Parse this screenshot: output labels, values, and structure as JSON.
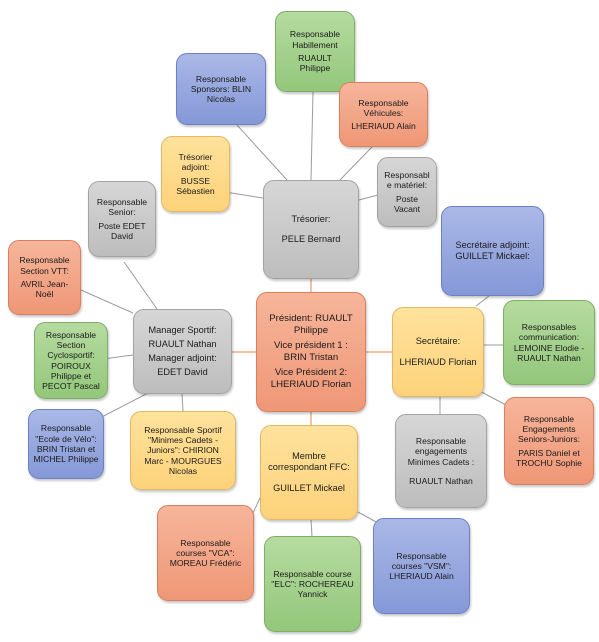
{
  "colors": {
    "green": "#a5d18d",
    "blue": "#95a7df",
    "orange": "#f3a686",
    "yellow": "#fedb8b",
    "gray": "#c9c9c9",
    "president_line": "#ef9470",
    "link_line": "#9b9b9b"
  },
  "president": {
    "title": "Président: RUAULT\nPhilippe",
    "vp1": "Vice président 1 :\nBRIN Tristan",
    "vp2": "Vice Président 2:\nLHERIAUD Florian"
  },
  "tresorier": {
    "title": "Trésorier:",
    "name": "PELE Bernard"
  },
  "secretaire": {
    "title": "Secrétaire:",
    "name": "LHERIAUD Florian"
  },
  "manager": {
    "title": "Manager Sportif:",
    "name": "RUAULT Nathan",
    "adj_title": "Manager adjoint:",
    "adj_name": "EDET David"
  },
  "membre_ffc": {
    "title": "Membre\ncorrespondant FFC:",
    "name": "GUILLET Mickael"
  },
  "habillement": {
    "title": "Responsable\nHabillement",
    "name": "RUAULT\nPhilippe"
  },
  "sponsors": {
    "title": "Responsable\nSponsors: BLIN\nNicolas"
  },
  "vehicules": {
    "title": "Responsable\nVéhicules:",
    "name": "LHERIAUD Alain"
  },
  "tresorier_adjoint": {
    "title": "Trésorier\nadjoint:",
    "name": "BUSSE\nSébastien"
  },
  "materiel": {
    "title": "Responsabl\ne matériel:",
    "name": "Poste\nVacant"
  },
  "senior": {
    "title": "Responsable\nSenior:",
    "name": "Poste  EDET\nDavid"
  },
  "vtt": {
    "title": "Responsable\nSection VTT:",
    "name": "AVRIL Jean-\nNoël"
  },
  "cyclosportif": {
    "title": "Responsable\nSection\nCyclosportif:\nPOIROUX\nPhilippe et\nPECOT Pascal"
  },
  "ecole_velo": {
    "title": "Responsable\n\"Ecole de Vélo\":\nBRIN Tristan et\nMICHEL Philippe"
  },
  "minimes_sport": {
    "title": "Responsable Sportif\n\"Minimes Cadets -\nJuniors\": CHIRION\nMarc - MOURGUES\nNicolas"
  },
  "secretaire_adjoint": {
    "title": "Secrétaire adjoint:\nGUILLET Mickael:"
  },
  "communication": {
    "title": "Responsables\ncommunication:\nLEMOINE Elodie -\nRUAULT Nathan"
  },
  "engagements_seniors": {
    "title": "Responsable\nEngagements\nSeniors-Juniors:",
    "name": "PARIS Daniel et\nTROCHU Sophie"
  },
  "engagements_minimes": {
    "title": "Responsable\nengagements\nMinimes Cadets :",
    "name": "RUAULT Nathan"
  },
  "vca": {
    "title": "Responsable\ncourses \"VCA\":\nMOREAU  Frédéric"
  },
  "elc": {
    "title": "Responsable course\n\"ELC\": ROCHEREAU\nYannick"
  },
  "vsm": {
    "title": "Responsable\ncourses \"VSM\":\nLHERIAUD Alain"
  }
}
